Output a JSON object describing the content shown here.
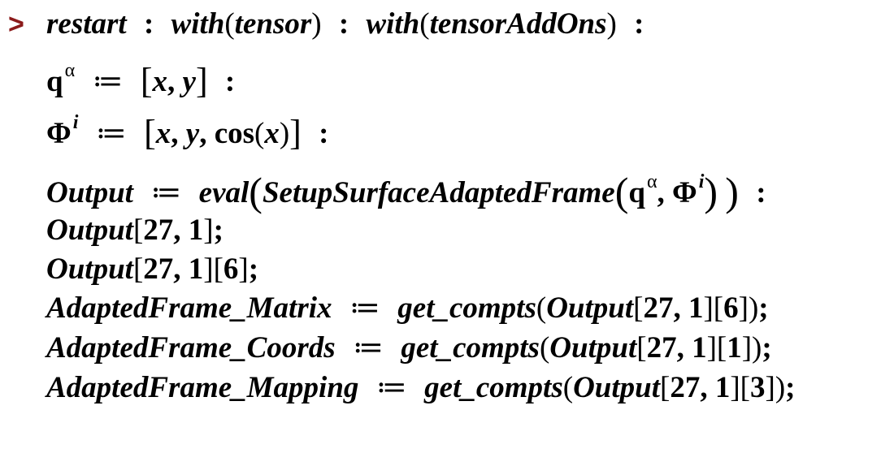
{
  "prompt": ">",
  "lines": [
    {
      "cmd1": "restart",
      "colon1": ":",
      "with1": "with",
      "arg1": "tensor",
      "colon2": ":",
      "with2": "with",
      "arg2": "tensorAddOns",
      "colon3": ":"
    },
    {
      "lhs": "q",
      "sup": "α",
      "assign": "≔",
      "x": "x",
      "y": "y",
      "end": ":"
    },
    {
      "lhs": "Φ",
      "sup": "i",
      "assign": "≔",
      "x": "x",
      "y": "y",
      "cos": "cos",
      "cosarg": "x",
      "end": ":"
    },
    {
      "lhs": "Output",
      "assign": "≔",
      "func": "eval",
      "inner": "SetupSurfaceAdaptedFrame",
      "a1": "q",
      "a1sup": "α",
      "a2": "Φ",
      "a2sup": "i",
      "end": ":"
    },
    {
      "name": "Output",
      "i1": "27",
      "i2": "1",
      "end": ";"
    },
    {
      "name": "Output",
      "i1": "27",
      "i2": "1",
      "i3": "6",
      "end": ";"
    },
    {
      "lhs": "AdaptedFrame_Matrix",
      "assign": "≔",
      "func": "get_compts",
      "name": "Output",
      "i1": "27",
      "i2": "1",
      "i3": "6",
      "end": ";"
    },
    {
      "lhs": "AdaptedFrame_Coords",
      "assign": "≔",
      "func": "get_compts",
      "name": "Output",
      "i1": "27",
      "i2": "1",
      "i3": "1",
      "end": ";"
    },
    {
      "lhs": "AdaptedFrame_Mapping",
      "assign": "≔",
      "func": "get_compts",
      "name": "Output",
      "i1": "27",
      "i2": "1",
      "i3": "3",
      "end": ";"
    }
  ]
}
